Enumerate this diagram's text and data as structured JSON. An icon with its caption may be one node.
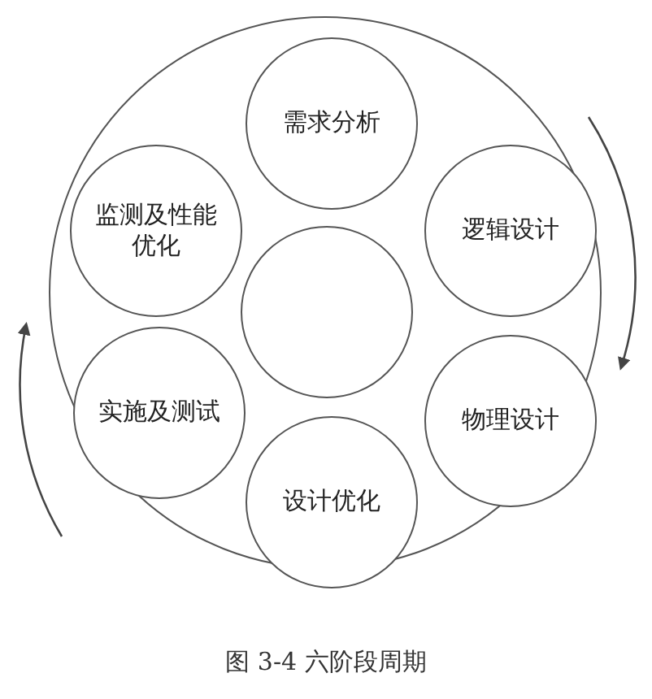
{
  "diagram": {
    "caption": "图 3-4 六阶段周期",
    "nodes": [
      {
        "text": [],
        "shape": "circle"
      },
      {
        "text": [
          "需求分析"
        ],
        "in": 0
      },
      {
        "text": [
          "监测及性能优化"
        ],
        "in": 0
      },
      {
        "text": [
          "逻辑设计"
        ],
        "in": 0
      },
      {
        "text": [],
        "shape": "circle",
        "in": 0
      },
      {
        "text": [
          "实施及测试"
        ],
        "in": 0
      },
      {
        "text": [
          "物理设计"
        ],
        "in": 0
      },
      {
        "text": [
          "设计优化"
        ],
        "in": 0
      }
    ],
    "edges": []
  }
}
